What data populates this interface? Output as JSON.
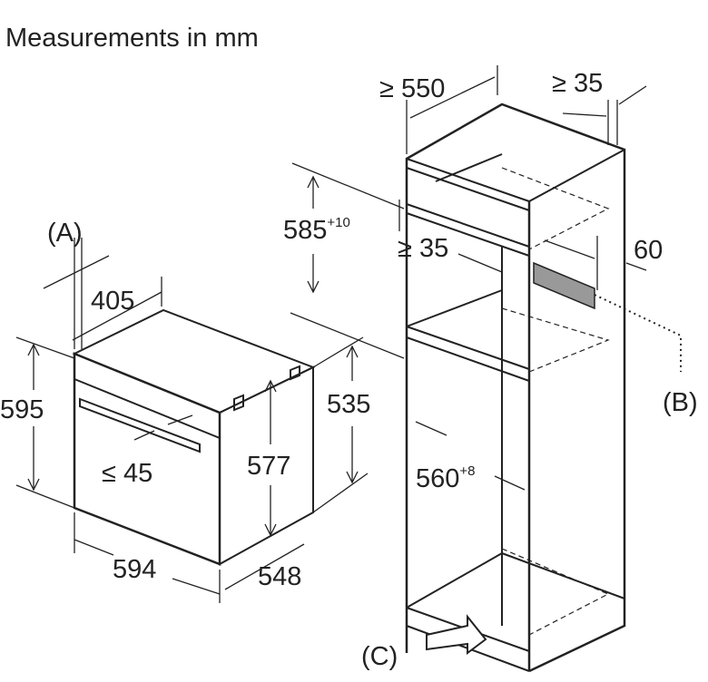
{
  "title": "Measurements in mm",
  "labels": {
    "a": "(A)",
    "b": "(B)",
    "c": "(C)",
    "d405": "405",
    "d595": "595",
    "d45": "≤ 45",
    "d577": "577",
    "d535": "535",
    "d594": "594",
    "d548": "548",
    "d550": "≥ 550",
    "d35top": "≥ 35",
    "d585": "585",
    "d585sup": "+10",
    "d35mid": "≥ 35",
    "d60": "60",
    "d560": "560",
    "d560sup": "+8"
  }
}
